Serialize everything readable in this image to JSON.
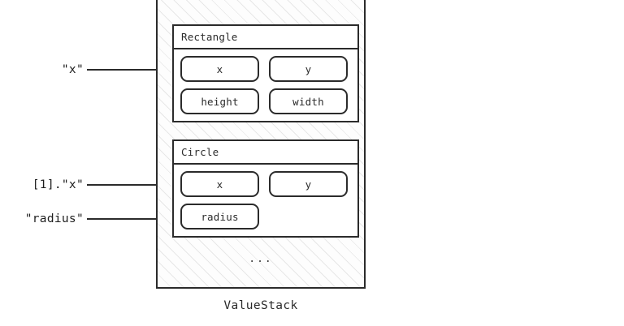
{
  "diagram": {
    "caption": "ValueStack",
    "ellipsis": "...",
    "frames": [
      {
        "title": "Rectangle",
        "rows": [
          [
            {
              "label": "x"
            },
            {
              "label": "y"
            }
          ],
          [
            {
              "label": "height"
            },
            {
              "label": "width"
            }
          ]
        ]
      },
      {
        "title": "Circle",
        "rows": [
          [
            {
              "label": "x"
            },
            {
              "label": "y"
            }
          ],
          [
            {
              "label": "radius"
            }
          ]
        ]
      }
    ],
    "annotations": [
      {
        "text": "\"x\"",
        "target": "rectangle.x"
      },
      {
        "text": "[1].\"x\"",
        "target": "circle.x"
      },
      {
        "text": "\"radius\"",
        "target": "circle.radius"
      }
    ],
    "colors": {
      "stroke": "#2b2b2b",
      "text": "#1d1d1d",
      "hatch": "rgba(0,0,0,0.085)",
      "background": "#ffffff"
    }
  }
}
